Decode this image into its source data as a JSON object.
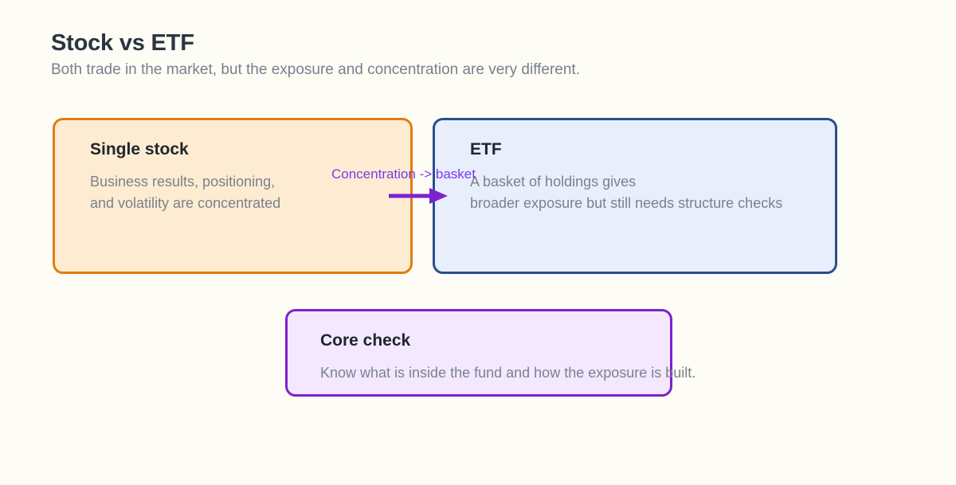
{
  "header": {
    "title": "Stock vs ETF",
    "subtitle": "Both trade in the market, but the exposure and concentration are very different."
  },
  "colors": {
    "background": "#fdfcf5",
    "title": "#2b3441",
    "subtitle": "#78818f",
    "stock_border": "#e07d12",
    "stock_fill": "#fdecd2",
    "etf_border": "#2a4d8f",
    "etf_fill": "#e8eefc",
    "core_border": "#7c22ce",
    "core_fill": "#f3e8ff",
    "edge": "#7c3aed"
  },
  "nodes": [
    {
      "id": "single-stock",
      "title": "Single stock",
      "description": "Business results, positioning,\nand volatility are concentrated"
    },
    {
      "id": "etf",
      "title": "ETF",
      "description": "A basket of holdings gives\nbroader exposure but still needs structure checks"
    },
    {
      "id": "core-check",
      "title": "Core check",
      "description": "Know what is inside the fund and how the exposure is built."
    }
  ],
  "edges": [
    {
      "id": "concentration-to-basket",
      "label": "Concentration -> basket",
      "from": "single-stock",
      "to": "etf"
    }
  ]
}
